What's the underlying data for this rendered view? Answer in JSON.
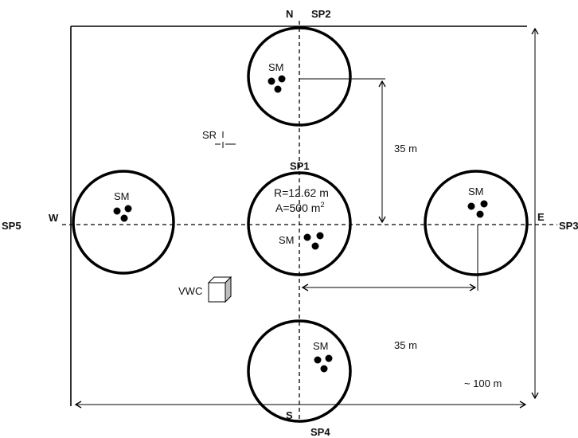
{
  "directions": {
    "north": "N",
    "south": "S",
    "east": "E",
    "west": "W"
  },
  "points": {
    "sp1": "SP1",
    "sp2": "SP2",
    "sp3": "SP3",
    "sp4": "SP4",
    "sp5": "SP5"
  },
  "plots": {
    "north": {
      "label": "SM"
    },
    "west": {
      "label": "SM"
    },
    "center": {
      "label": "SM",
      "radius_text": "R=12.62 m",
      "area_text": "A=500 m",
      "area_sup": "2"
    },
    "east": {
      "label": "SM"
    },
    "south": {
      "label": "SM"
    }
  },
  "instruments": {
    "sr": "SR",
    "vwc": "VWC"
  },
  "dimensions": {
    "vertical_spacing": "35 m",
    "horizontal_spacing": "35 m",
    "site_size": "~ 100 m"
  }
}
